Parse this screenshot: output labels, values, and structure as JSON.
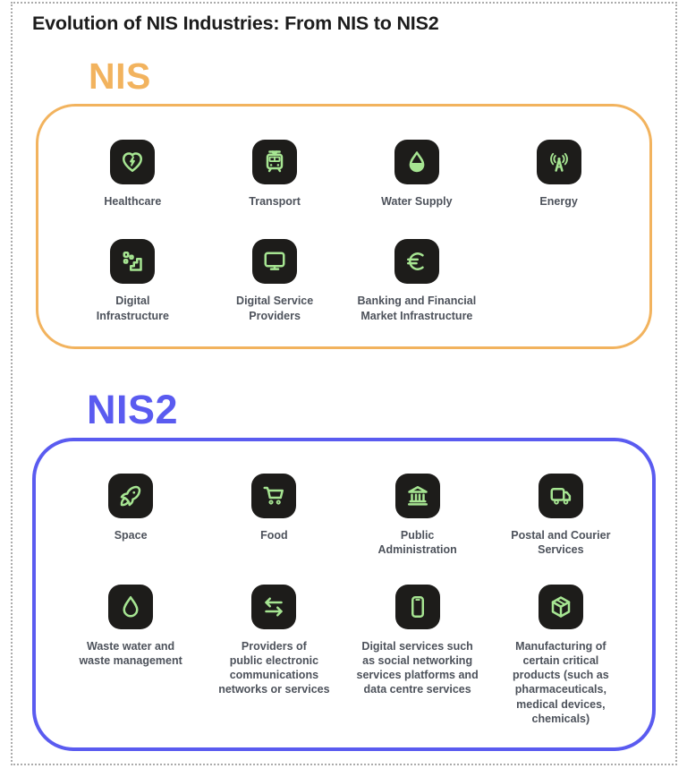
{
  "title": "Evolution of NIS Industries: From NIS to NIS2",
  "colors": {
    "nis_accent": "#F2B35E",
    "nis2_accent": "#5A5BF0",
    "tile_bg": "#1D1C1A",
    "glyph_green": "#A6E592",
    "label_text": "#4D525B",
    "title_text": "#1C1C1C",
    "outer_border": "#ABABAB"
  },
  "nis": {
    "label": "NIS",
    "items": [
      {
        "icon": "heart-pulse-icon",
        "label": "Healthcare"
      },
      {
        "icon": "tram-icon",
        "label": "Transport"
      },
      {
        "icon": "water-drop-half-icon",
        "label": "Water Supply"
      },
      {
        "icon": "broadcast-tower-icon",
        "label": "Energy"
      },
      {
        "icon": "pixel-stairs-icon",
        "label": "Digital\nInfrastructure"
      },
      {
        "icon": "monitor-icon",
        "label": "Digital Service\nProviders"
      },
      {
        "icon": "euro-icon",
        "label": "Banking and Financial\nMarket Infrastructure"
      }
    ]
  },
  "nis2": {
    "label": "NIS2",
    "items": [
      {
        "icon": "rocket-icon",
        "label": "Space"
      },
      {
        "icon": "shopping-cart-icon",
        "label": "Food"
      },
      {
        "icon": "bank-building-icon",
        "label": "Public\nAdministration"
      },
      {
        "icon": "delivery-truck-icon",
        "label": "Postal and Courier\nServices"
      },
      {
        "icon": "water-drop-icon",
        "label": "Waste water and\nwaste management"
      },
      {
        "icon": "transfer-arrows-icon",
        "label": "Providers of\npublic electronic\ncommunications\nnetworks or services"
      },
      {
        "icon": "smartphone-icon",
        "label": "Digital services such\nas social networking\nservices platforms and\ndata centre services"
      },
      {
        "icon": "package-box-icon",
        "label": "Manufacturing of\ncertain critical\nproducts (such as\npharmaceuticals,\nmedical devices,\nchemicals)"
      }
    ]
  }
}
